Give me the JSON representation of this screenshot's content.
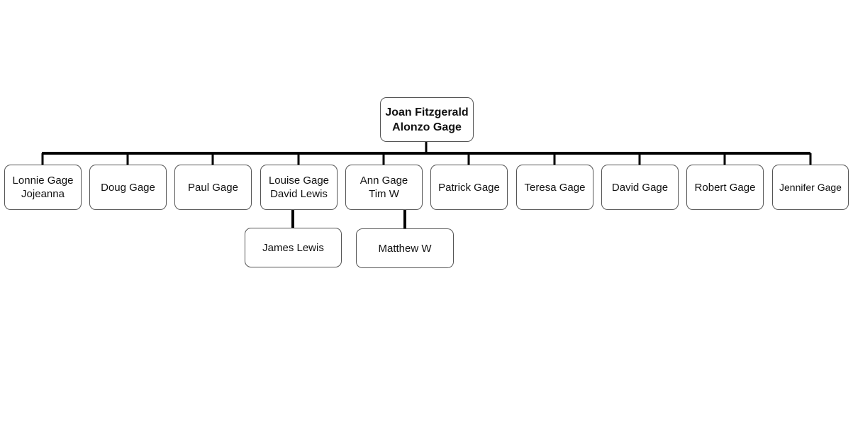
{
  "tree": {
    "root": {
      "lines": [
        "Joan Fitzgerald",
        "Alonzo Gage"
      ]
    },
    "children": [
      {
        "lines": [
          "Lonnie Gage",
          "Jojeanna"
        ]
      },
      {
        "lines": [
          "Doug Gage"
        ]
      },
      {
        "lines": [
          "Paul Gage"
        ]
      },
      {
        "lines": [
          "Louise Gage",
          "David Lewis"
        ]
      },
      {
        "lines": [
          "Ann Gage",
          "Tim W"
        ]
      },
      {
        "lines": [
          "Patrick Gage"
        ]
      },
      {
        "lines": [
          "Teresa Gage"
        ]
      },
      {
        "lines": [
          "David Gage"
        ]
      },
      {
        "lines": [
          "Robert Gage"
        ]
      },
      {
        "lines": [
          "Jennifer Gage"
        ]
      }
    ],
    "grandchildren": [
      {
        "lines": [
          "James Lewis"
        ]
      },
      {
        "lines": [
          "Matthew W"
        ]
      }
    ]
  }
}
